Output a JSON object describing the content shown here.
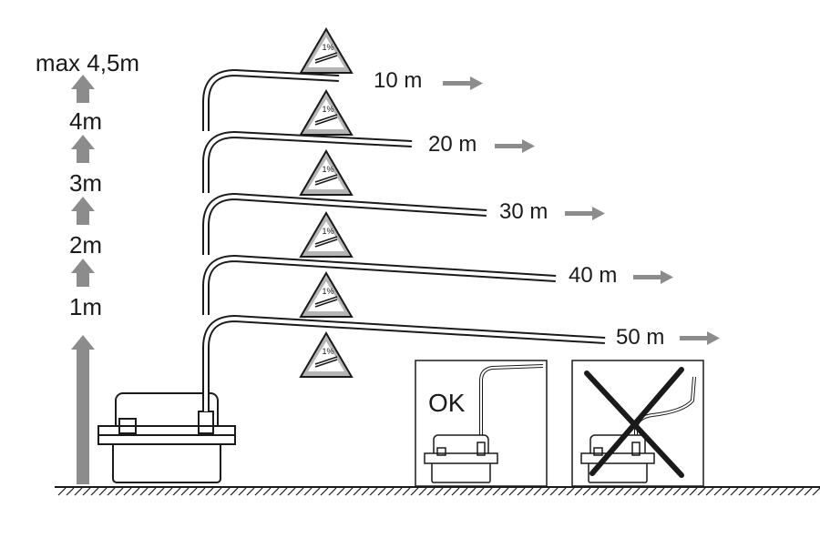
{
  "height_scale": {
    "labels": [
      "1m",
      "2m",
      "3m",
      "4m",
      "max 4,5m"
    ]
  },
  "pipe_runs": [
    {
      "distance_label": "10 m",
      "slope_label": "1%"
    },
    {
      "distance_label": "20 m",
      "slope_label": "1%"
    },
    {
      "distance_label": "30 m",
      "slope_label": "1%"
    },
    {
      "distance_label": "40 m",
      "slope_label": "1%"
    },
    {
      "distance_label": "50 m",
      "slope_label": "1%"
    }
  ],
  "extra_slope_label": "1%",
  "panels": {
    "correct_label": "OK"
  },
  "colors": {
    "arrow": "#8c8c8c",
    "line": "#1a1a1a",
    "warning_fill": "#b5b5b5"
  },
  "icons": [
    "up-arrow-icon",
    "right-arrow-icon",
    "slope-warning-icon",
    "cross-icon"
  ]
}
